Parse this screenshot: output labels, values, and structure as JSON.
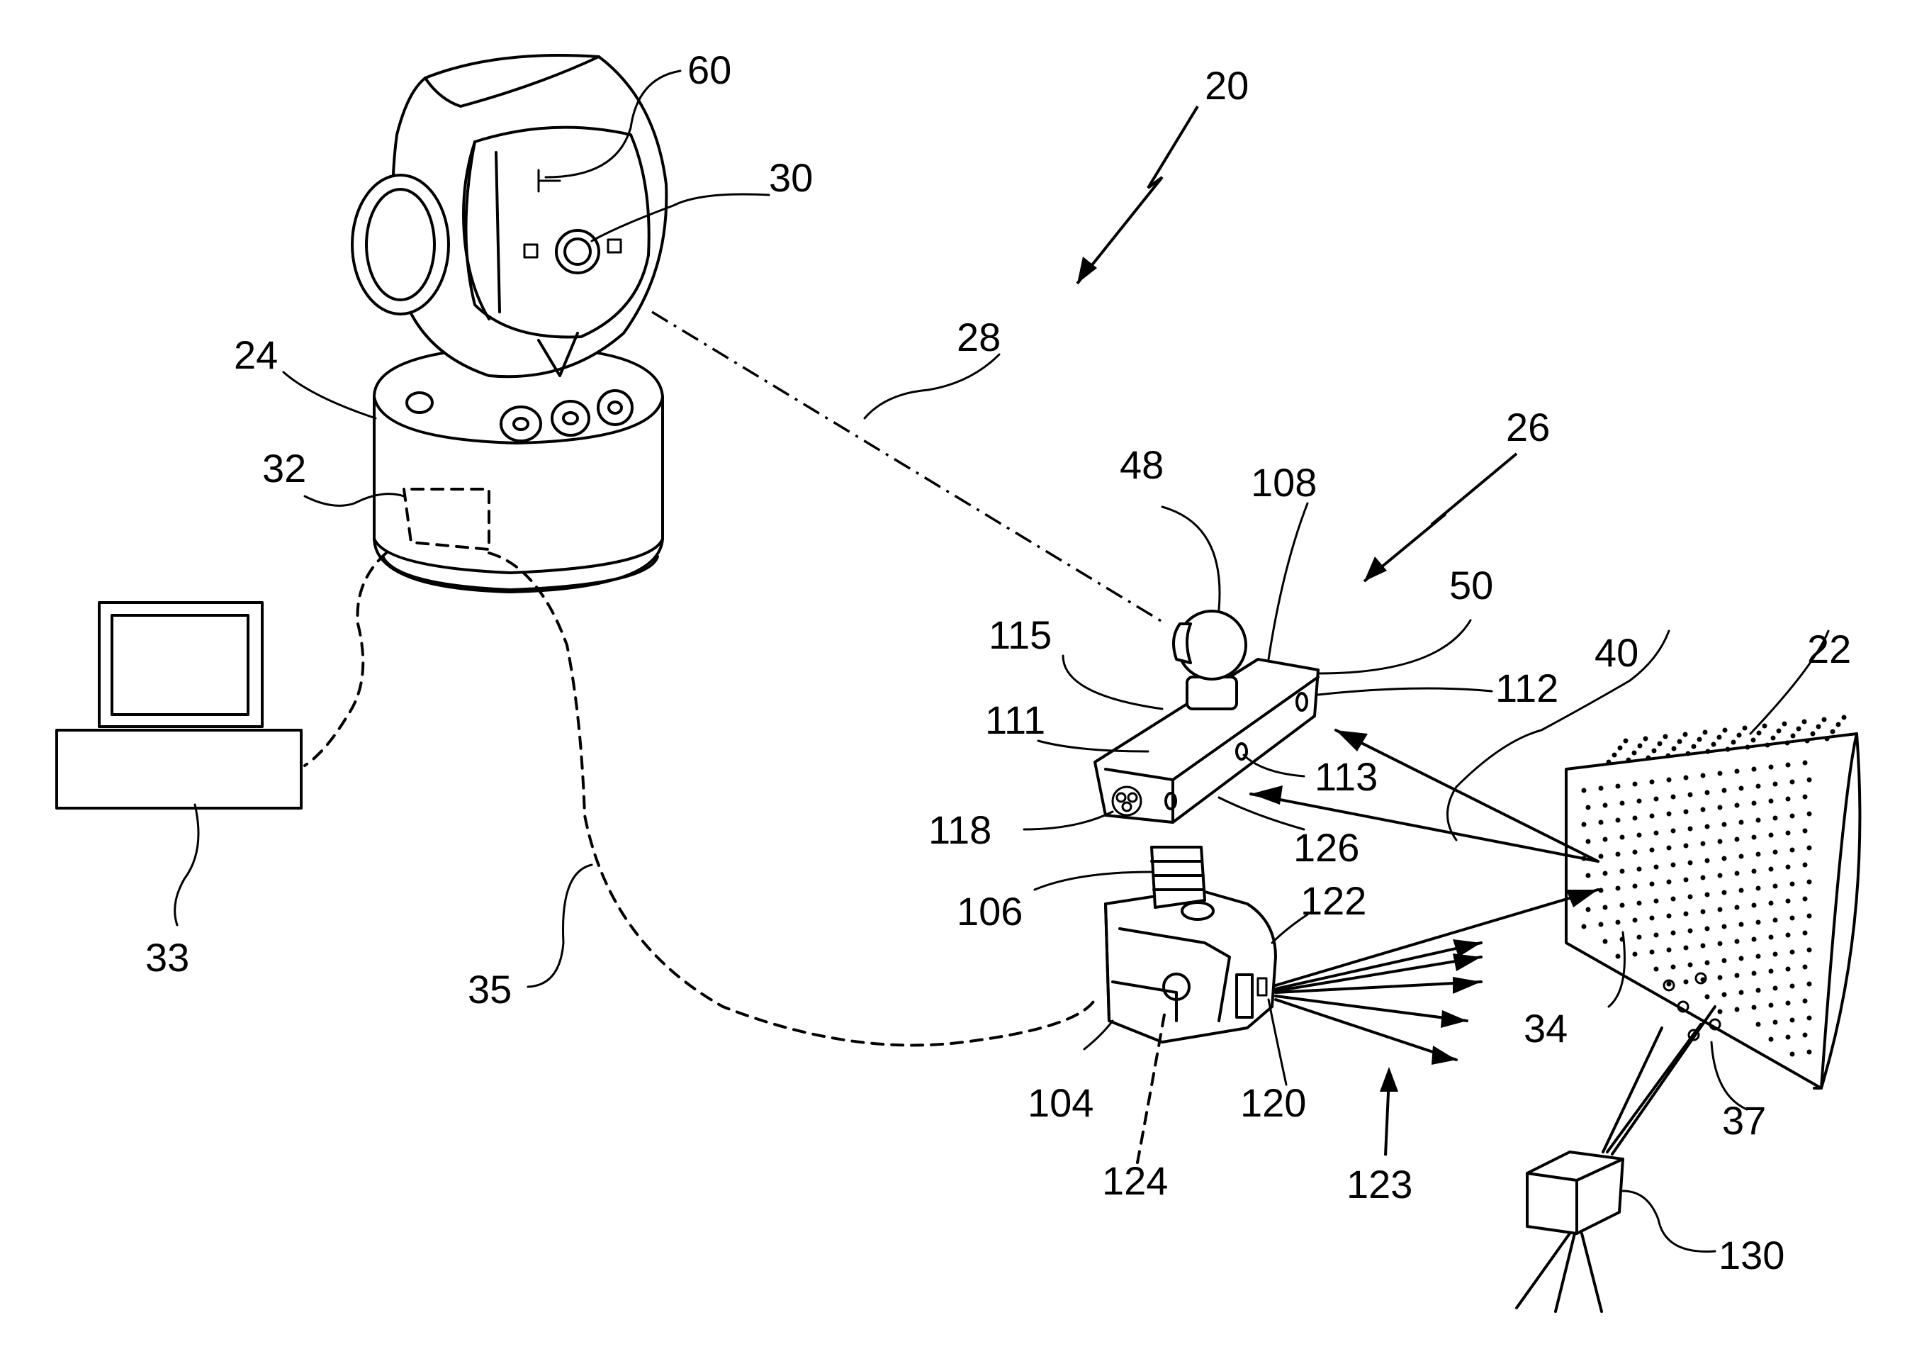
{
  "figure": {
    "labels": {
      "l20": "20",
      "l60": "60",
      "l30": "30",
      "l28": "28",
      "l24": "24",
      "l32": "32",
      "l33": "33",
      "l35": "35",
      "l26": "26",
      "l48": "48",
      "l108": "108",
      "l50": "50",
      "l115": "115",
      "l112": "112",
      "l111": "111",
      "l113": "113",
      "l40": "40",
      "l22": "22",
      "l118": "118",
      "l126": "126",
      "l106": "106",
      "l122": "122",
      "l104": "104",
      "l120": "120",
      "l124": "124",
      "l123": "123",
      "l34": "34",
      "l37": "37",
      "l130": "130"
    }
  }
}
